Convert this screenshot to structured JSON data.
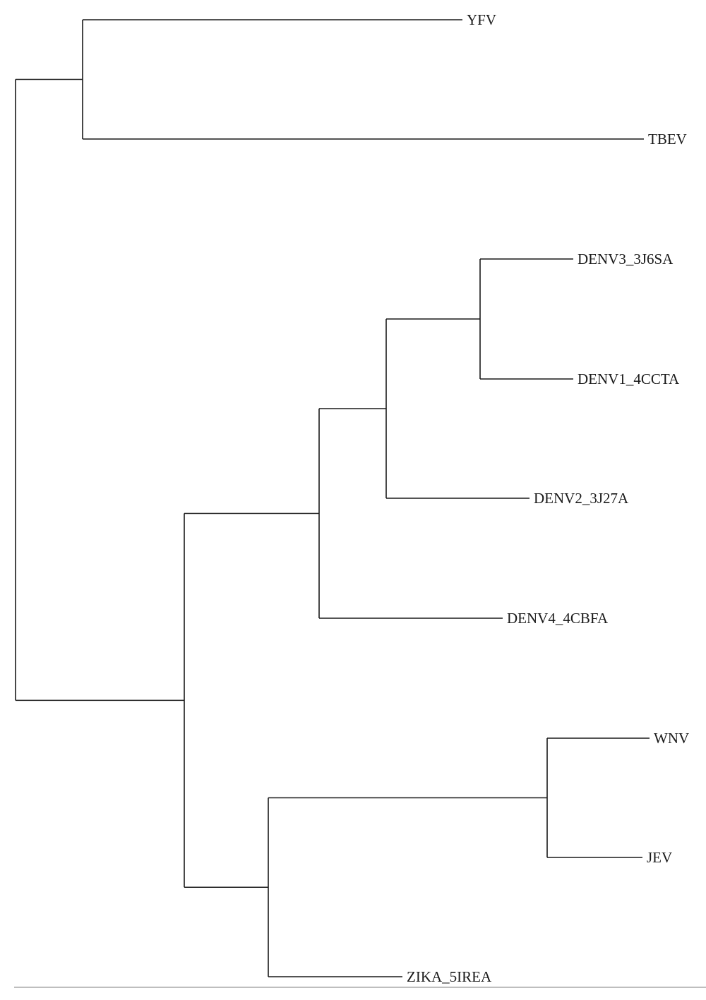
{
  "tree": {
    "leaves": [
      {
        "id": "yfv",
        "label": "YFV"
      },
      {
        "id": "tbev",
        "label": "TBEV"
      },
      {
        "id": "denv3",
        "label": "DENV3_3J6SA"
      },
      {
        "id": "denv1",
        "label": "DENV1_4CCTA"
      },
      {
        "id": "denv2",
        "label": "DENV2_3J27A"
      },
      {
        "id": "denv4",
        "label": "DENV4_4CBFA"
      },
      {
        "id": "wnv",
        "label": "WNV"
      },
      {
        "id": "jev",
        "label": "JEV"
      },
      {
        "id": "zika",
        "label": "ZIKA_5IREA"
      }
    ],
    "topology": "((YFV,TBEV),((((DENV3_3J6SA,DENV1_4CCTA),DENV2_3J27A),DENV4_4CBFA),((WNV,JEV),ZIKA_5IREA)))",
    "line_color": "#1a1a1a"
  }
}
